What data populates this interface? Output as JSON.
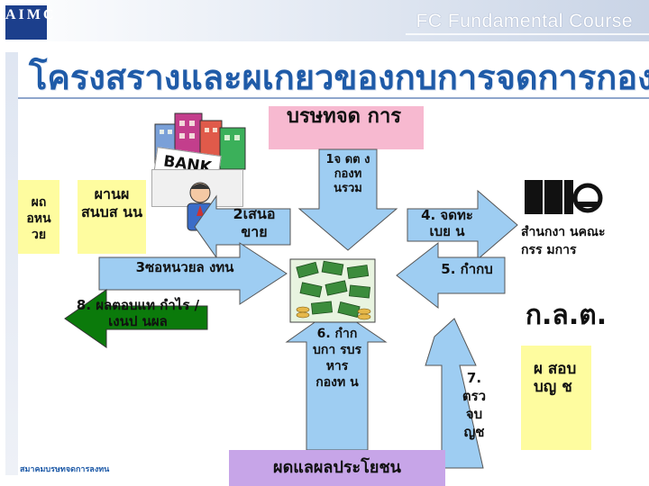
{
  "header": {
    "logo": "AIMC",
    "course_title": "FC Fundamental Course"
  },
  "page_title": "โครงสรางและผเกยวของกบการจดการกอง",
  "nodes": {
    "company": "บรษทจด การ",
    "bank": "BANK",
    "investor": "ผถ อหน วย",
    "selling_agent": "ผานผ สนบส นน",
    "sec_office": "สำนกงา นคณะกรร มการ",
    "sec_logo": "ก.ล.ต.",
    "auditor": "ผ สอบ บญ ช",
    "trustee": "ผดแลผลประโยชน"
  },
  "arrows": {
    "a1": "1จ ดต ง กองท นรวม",
    "a2": "2เสนอ ขาย",
    "a3": "3ซอหนวยล งทน",
    "a4": "4. จดทะเบย น",
    "a5": "5. กำกบ",
    "a6": "6. กำก บกา รบร หาร กองท น",
    "a7": "7. ตรว จบ ญช",
    "a8": "8. ผลตอบแท กำไร /เงนป นผล"
  },
  "footer": {
    "association": "สมาคมบรษทจดการลงทน"
  },
  "colors": {
    "title_blue": "#1f5ba8",
    "logo_navy": "#1c3f8c",
    "arrow_blue": "#9ecdf2",
    "company_pink": "#f7b9d0",
    "trustee_purple": "#c7a5e8",
    "investor_yellow": "#fefc9f",
    "return_green": "#0b7a0b"
  }
}
